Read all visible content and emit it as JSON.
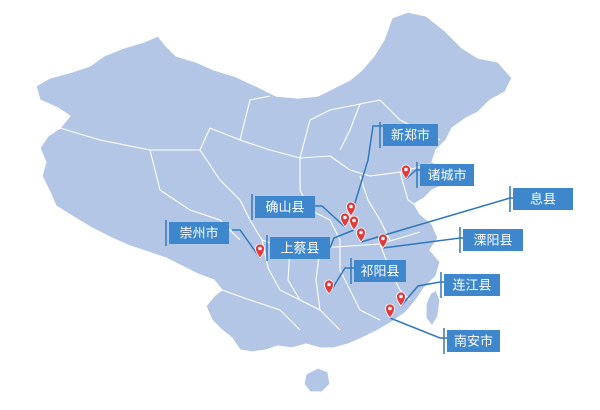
{
  "map": {
    "colors": {
      "land": "#b3c6e6",
      "province_border": "#ffffff",
      "label_fill": "#3f87cc",
      "label_text": "#ffffff",
      "leader_line": "#2f78c0",
      "pin": "#e03a3a"
    },
    "places": [
      {
        "id": "xinzheng",
        "name": "新郑市"
      },
      {
        "id": "zhucheng",
        "name": "诸城市"
      },
      {
        "id": "queshan",
        "name": "确山县"
      },
      {
        "id": "xixian",
        "name": "息县"
      },
      {
        "id": "chongzhou",
        "name": "崇州市"
      },
      {
        "id": "shangcai",
        "name": "上蔡县"
      },
      {
        "id": "liyang",
        "name": "溧阳县"
      },
      {
        "id": "qiyang",
        "name": "祁阳县"
      },
      {
        "id": "lianjiang",
        "name": "连江县"
      },
      {
        "id": "nanan",
        "name": "南安市"
      }
    ]
  }
}
